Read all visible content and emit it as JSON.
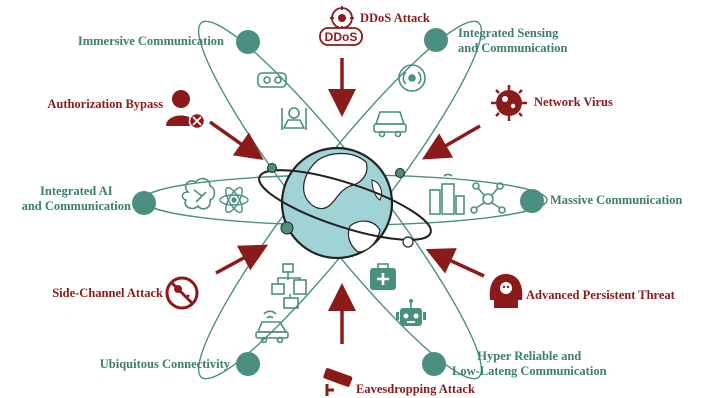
{
  "colors": {
    "teal": "#4a8f7f",
    "dark_red": "#8b1a1a",
    "globe": "#9fd3d6"
  },
  "capabilities": {
    "immersive": "Immersive Communication",
    "sensing_line1": "Integrated Sensing",
    "sensing_line2": "and Communication",
    "ai_line1": "Integrated AI",
    "ai_line2": "and Communication",
    "massive": "Massive Communication",
    "ubiquitous": "Ubiquitous Connectivity",
    "reliable_line1": "Hyper Reliable and",
    "reliable_line2": "Low-Lateng Communication"
  },
  "threats": {
    "ddos": "DDoS Attack",
    "ddos_icon_text": "DDoS",
    "authorization": "Authorization Bypass",
    "virus": "Network Virus",
    "side_channel": "Side-Channel Attack",
    "apt": "Advanced Persistent Threat",
    "eavesdropping": "Eavesdropping Attack"
  },
  "icons": [
    "vr-headset-icon",
    "hologram-user-icon",
    "wireless-sensor-icon",
    "connected-car-icon",
    "brain-circuit-icon",
    "atom-icon",
    "smart-city-icon",
    "network-hub-icon",
    "distributed-network-icon",
    "car-wifi-icon",
    "medical-kit-icon",
    "robot-icon",
    "user-blocked-icon",
    "virus-icon",
    "no-key-icon",
    "hacker-icon",
    "cctv-camera-icon",
    "ddos-shield-icon"
  ]
}
